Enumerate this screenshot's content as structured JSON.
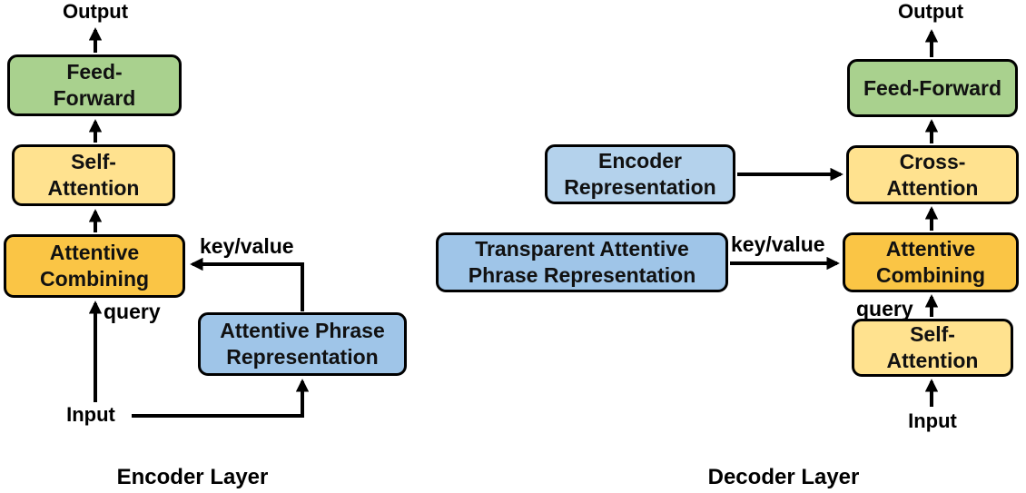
{
  "colors": {
    "green": "#A9D18E",
    "yellow_light": "#FFE28F",
    "gold": "#FAC545",
    "blue": "#9FC5E8",
    "blue_light": "#B4D2EC",
    "line": "#000000"
  },
  "encoder": {
    "caption": "Encoder Layer",
    "output_label": "Output",
    "input_label": "Input",
    "key_value_label": "key/value",
    "query_label": "query",
    "boxes": {
      "feed_forward": "Feed-\nForward",
      "self_attention": "Self-\nAttention",
      "attentive_combining": "Attentive\nCombining",
      "phrase_representation": "Attentive Phrase\nRepresentation"
    }
  },
  "decoder": {
    "caption": "Decoder Layer",
    "output_label": "Output",
    "input_label": "Input",
    "key_value_label": "key/value",
    "query_label": "query",
    "boxes": {
      "feed_forward": "Feed-Forward",
      "cross_attention": "Cross-\nAttention",
      "encoder_representation": "Encoder\nRepresentation",
      "transparent_phrase_representation": "Transparent Attentive\nPhrase Representation",
      "attentive_combining": "Attentive\nCombining",
      "self_attention": "Self-\nAttention"
    }
  }
}
